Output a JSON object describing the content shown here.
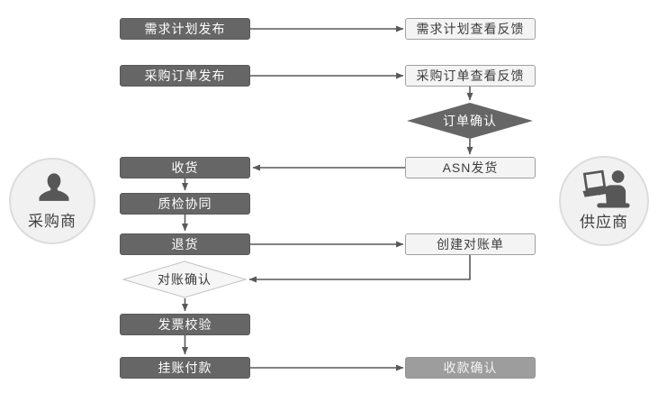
{
  "actors": {
    "buyer": "采购商",
    "supplier": "供应商"
  },
  "nodes": {
    "demand_plan_publish": "需求计划发布",
    "demand_plan_feedback": "需求计划查看反馈",
    "po_publish": "采购订单发布",
    "po_feedback": "采购订单查看反馈",
    "order_confirm": "订单确认",
    "receive": "收货",
    "asn_ship": "ASN发货",
    "quality": "质检协同",
    "return_goods": "退货",
    "create_statement": "创建对账单",
    "statement_confirm": "对账确认",
    "invoice_check": "发票校验",
    "pay": "挂账付款",
    "receipt_confirm": "收款确认"
  },
  "icons": {
    "buyer": "person-icon",
    "supplier": "person-laptop-icon"
  },
  "colors": {
    "dark_node": "#666666",
    "mid_node": "#9d9d9d",
    "light_node_bg": "#f4f4f4",
    "light_node_border": "#a0a0a0",
    "connector": "#595959",
    "actor_bg": "#f1f1f1",
    "actor_border": "#dcdcdc",
    "icon": "#575757"
  }
}
